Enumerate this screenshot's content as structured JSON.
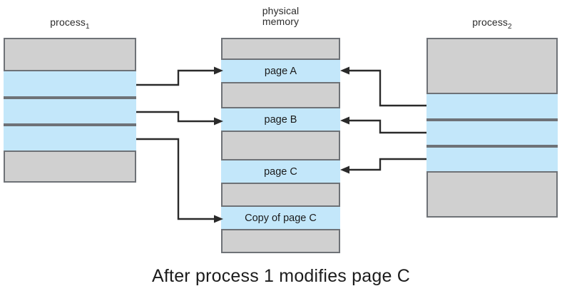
{
  "caption": "After process 1 modifies page C",
  "colors": {
    "shared_page": "#c3e7fa",
    "unshared_memory": "#d0d0d0",
    "box_border": "#6e7277",
    "wire": "#2a2a2a",
    "background": "#ffffff"
  },
  "columns": {
    "process1": {
      "label": "process",
      "label_subscript": "1",
      "bands": [
        {
          "kind": "gray",
          "text": ""
        },
        {
          "kind": "shared",
          "text": ""
        },
        {
          "kind": "shared",
          "text": ""
        },
        {
          "kind": "shared",
          "text": ""
        },
        {
          "kind": "gray",
          "text": ""
        }
      ]
    },
    "physical_memory": {
      "label": "physical\nmemory",
      "bands": [
        {
          "kind": "gray",
          "text": ""
        },
        {
          "kind": "shared",
          "text": "page A"
        },
        {
          "kind": "gray",
          "text": ""
        },
        {
          "kind": "shared",
          "text": "page B"
        },
        {
          "kind": "gray",
          "text": ""
        },
        {
          "kind": "shared",
          "text": "page C"
        },
        {
          "kind": "gray",
          "text": ""
        },
        {
          "kind": "shared",
          "text": "Copy of page C"
        },
        {
          "kind": "gray",
          "text": ""
        }
      ]
    },
    "process2": {
      "label": "process",
      "label_subscript": "2",
      "bands": [
        {
          "kind": "gray",
          "text": ""
        },
        {
          "kind": "shared",
          "text": ""
        },
        {
          "kind": "shared",
          "text": ""
        },
        {
          "kind": "shared",
          "text": ""
        },
        {
          "kind": "gray",
          "text": ""
        }
      ]
    }
  },
  "connectors": [
    {
      "from": "process1-page-1",
      "to": "physmem-page-A",
      "direction": "right"
    },
    {
      "from": "process1-page-2",
      "to": "physmem-page-B",
      "direction": "right"
    },
    {
      "from": "process1-page-3",
      "to": "physmem-copy-page-C",
      "direction": "right"
    },
    {
      "from": "process2-page-1",
      "to": "physmem-page-A",
      "direction": "left"
    },
    {
      "from": "process2-page-2",
      "to": "physmem-page-B",
      "direction": "left"
    },
    {
      "from": "process2-page-3",
      "to": "physmem-page-C",
      "direction": "left"
    }
  ]
}
